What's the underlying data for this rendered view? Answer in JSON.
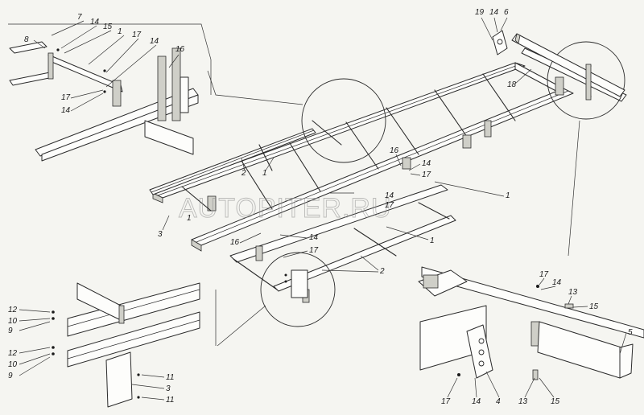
{
  "watermark": "AUTOPITER.RU",
  "callouts": {
    "tl": [
      "8",
      "7",
      "14",
      "15",
      "1",
      "17",
      "14",
      "16",
      "17",
      "14"
    ],
    "tr": [
      "19",
      "14",
      "6",
      "18"
    ],
    "main": [
      "2",
      "1",
      "3",
      "1",
      "16",
      "14",
      "17",
      "1",
      "16",
      "14",
      "17",
      "14",
      "17",
      "1",
      "2"
    ],
    "bl": [
      "12",
      "10",
      "9",
      "12",
      "10",
      "9",
      "11",
      "3",
      "11"
    ],
    "br": [
      "17",
      "14",
      "13",
      "15",
      "5",
      "17",
      "14",
      "4",
      "13",
      "15"
    ]
  }
}
